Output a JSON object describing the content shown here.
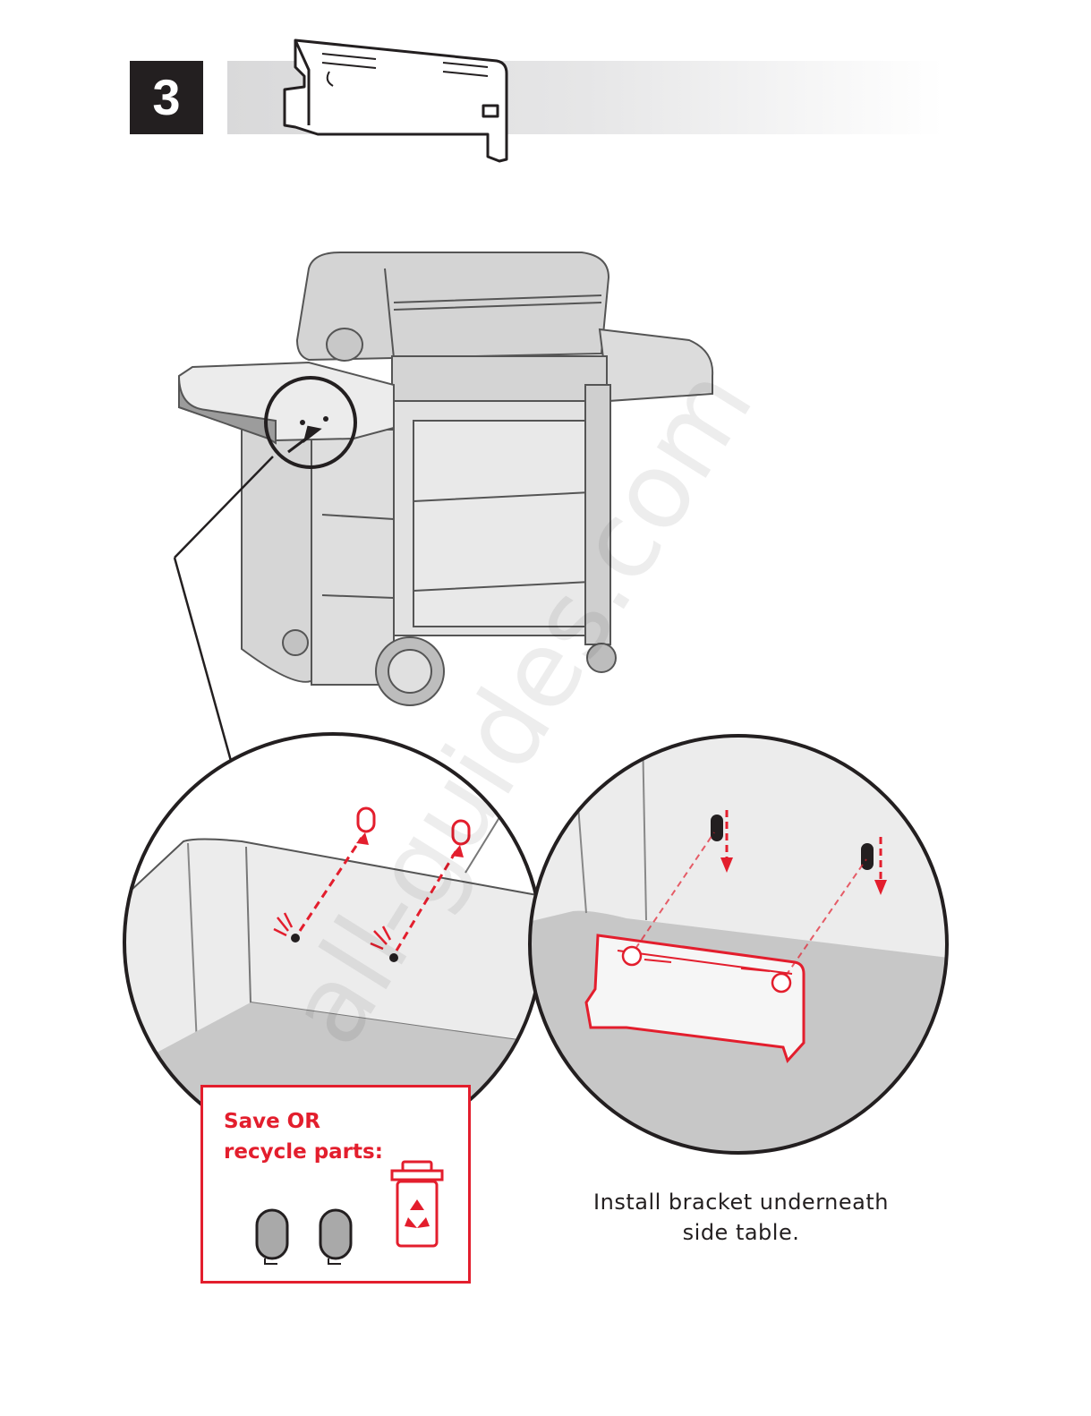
{
  "step": {
    "number": "3"
  },
  "recycle_note": {
    "line1": "Save OR",
    "line2": "recycle parts:"
  },
  "caption": {
    "line1": "Install bracket underneath",
    "line2": "side table."
  },
  "watermark": "all-guides.com",
  "colors": {
    "accent": "#e31e2d",
    "badge": "#231f20",
    "grill_gray": "#d8d8d8",
    "outline": "#231f20"
  },
  "icons": [
    "bracket-part-icon",
    "recycle-bin-icon",
    "magnifier-circle",
    "screw-cap-icon"
  ]
}
